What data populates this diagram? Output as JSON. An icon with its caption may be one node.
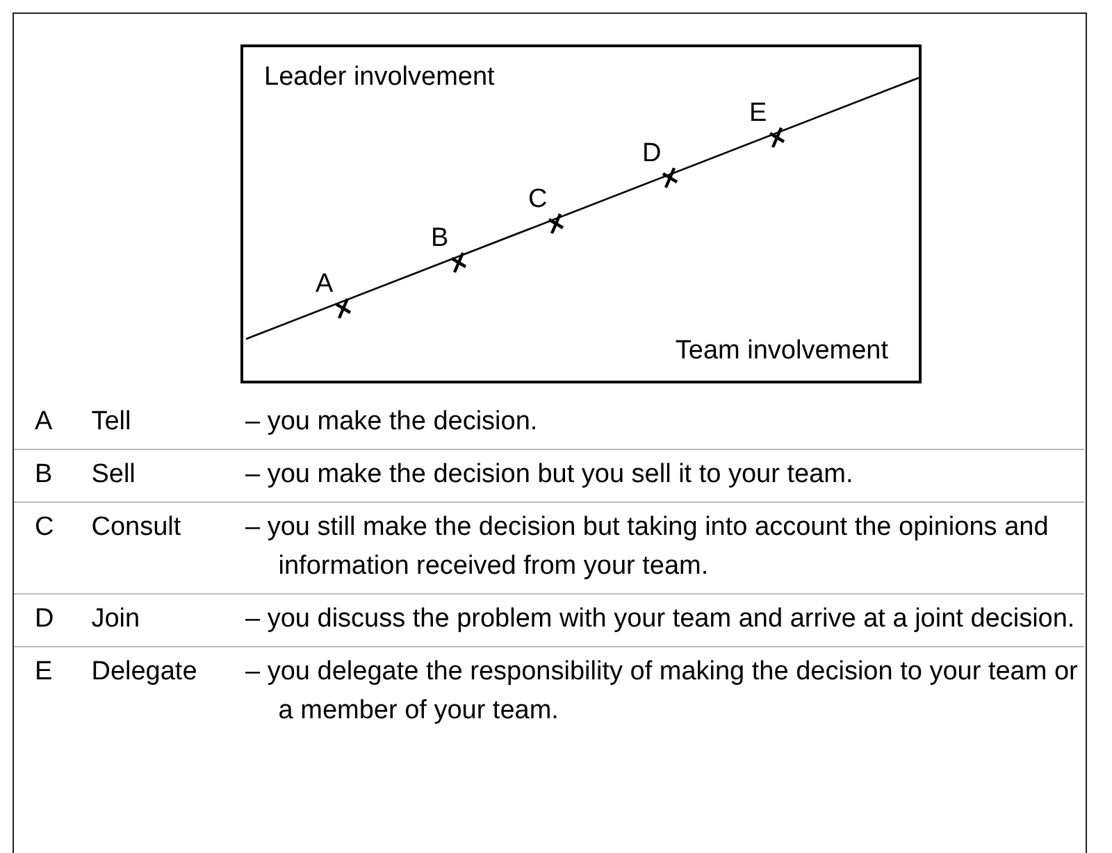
{
  "diagram": {
    "nodes": [
      {
        "text": [
          "Leader involvement",
          "Team involvement"
        ]
      }
    ],
    "labels": [
      "A",
      "B",
      "C",
      "D",
      "E",
      "A",
      "Tell",
      "– you make the decision.",
      "B",
      "Sell",
      "– you make the decision but you sell it to your team.",
      "C",
      "Consult",
      "– you still make the decision but taking into account the opinions and information received from your team.",
      "D",
      "Join",
      "– you discuss the problem with your team and arrive at a joint decision.",
      "E",
      "Delegate",
      "– you delegate the responsibility of making the decision to your team or a member of your team."
    ]
  }
}
